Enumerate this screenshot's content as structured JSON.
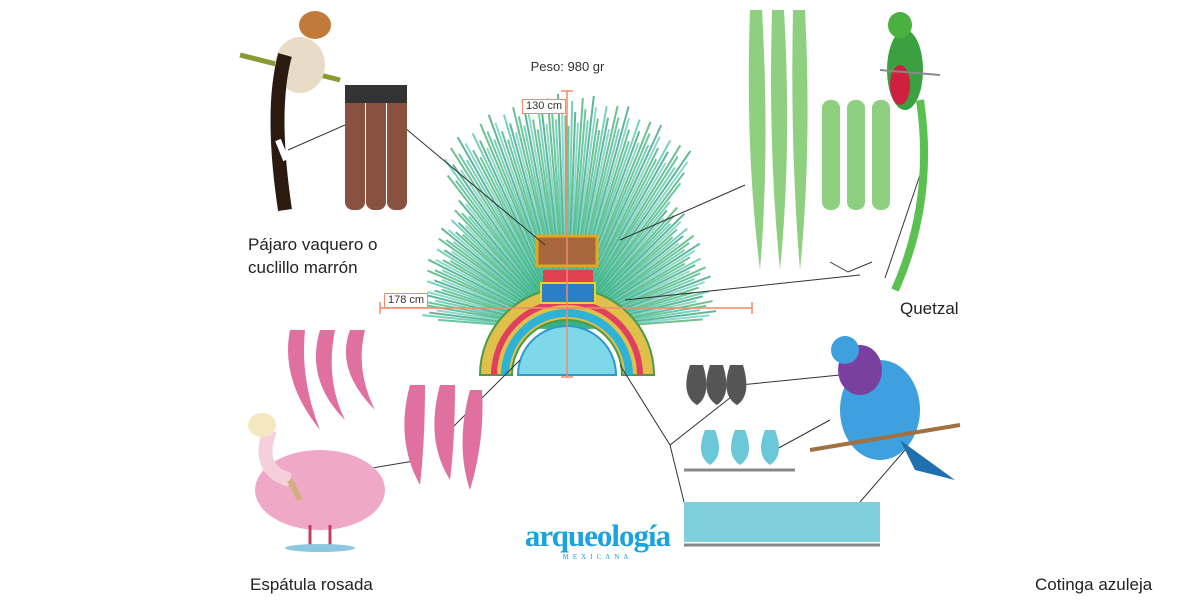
{
  "headdress": {
    "weight": "Peso: 980 gr",
    "height": "130 cm",
    "width": "178 cm"
  },
  "birds": [
    {
      "line1": "Pájaro vaquero o",
      "line2": "cuclillo marrón"
    },
    {
      "line1": "Quetzal"
    },
    {
      "line1": "Espátula rosada"
    },
    {
      "line1": "Cotinga azuleja"
    }
  ],
  "logo": {
    "title": "arqueología",
    "subtitle": "MEXICANA"
  },
  "colors": {
    "accent": "#f08a6a",
    "brand": "#1aa3dd",
    "feather_green": "#2bb07a",
    "feather_blue": "#5cc8d8"
  }
}
